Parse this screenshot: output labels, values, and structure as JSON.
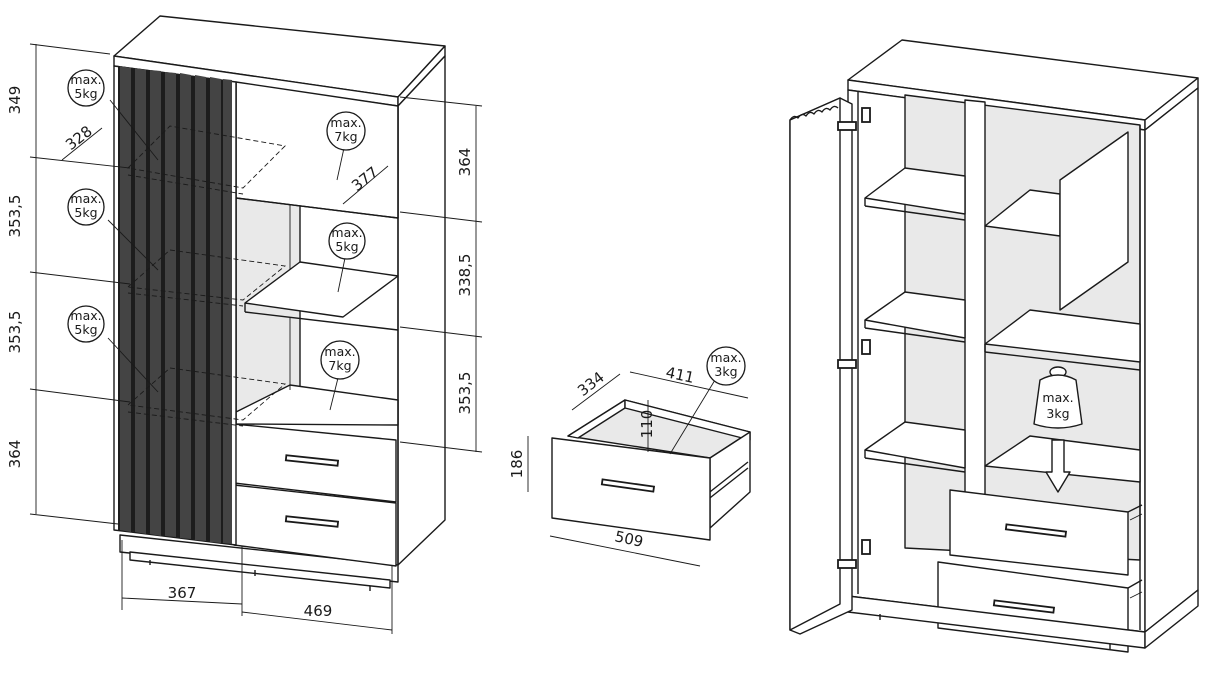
{
  "load_labels": {
    "max": "max.",
    "kg5": "5kg",
    "kg7": "7kg",
    "kg3": "3kg"
  },
  "cabinet_dims": {
    "h_top": "349",
    "h_mid1": "353,5",
    "h_mid2": "353,5",
    "h_bottom": "364",
    "shelf_depth": "328",
    "r_top": "364",
    "r_mid": "338,5",
    "r_low": "353,5",
    "right_depth": "377",
    "w_left": "367",
    "w_right": "469"
  },
  "drawer_dims": {
    "depth": "334",
    "width_inner": "411",
    "inner_height": "110",
    "height": "186",
    "width": "509"
  }
}
